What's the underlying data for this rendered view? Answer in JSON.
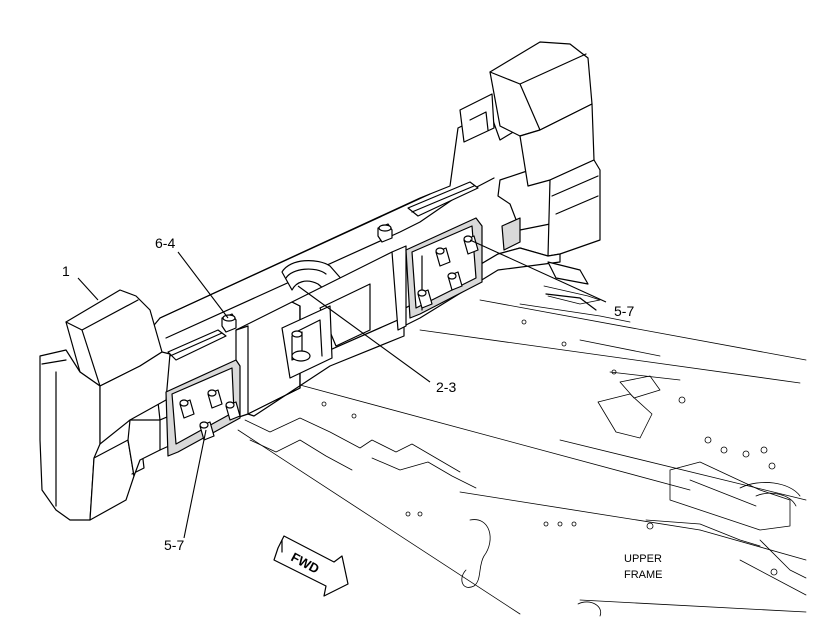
{
  "callouts": {
    "c1": "1",
    "c64": "6-4",
    "c23": "2-3",
    "c57a": "5-7",
    "c57b": "5-7"
  },
  "labels": {
    "upper_frame_line1": "UPPER",
    "upper_frame_line2": "FRAME",
    "fwd": "FWD"
  }
}
